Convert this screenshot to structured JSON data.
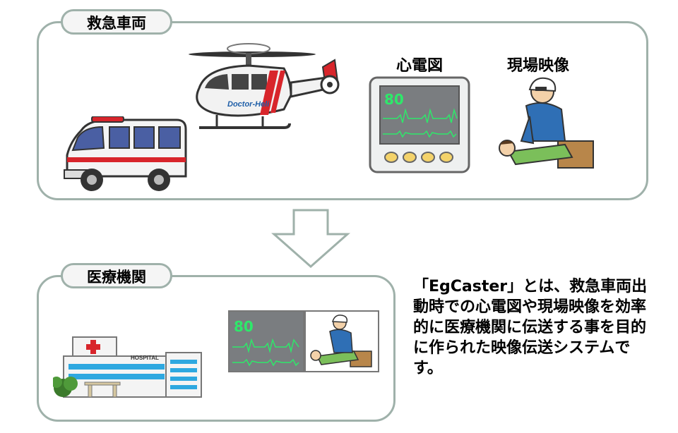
{
  "top_section": {
    "title": "救急車両",
    "ecg_label": "心電図",
    "scene_label": "現場映像",
    "helicopter_text": "Doctor-Heli",
    "monitor_reading": "80"
  },
  "bottom_section": {
    "title": "医療機関",
    "hospital_sign": "HOSPITAL",
    "monitor_reading": "80"
  },
  "caption": "「EgCaster」とは、救急車両出動時での心電図や現場映像を効率的に医療機関に伝送する事を目的に作られた映像伝送システムです。",
  "colors": {
    "panel_border": "#9fb1aa",
    "ecg_green": "#2ee86a",
    "ecg_screen": "#7a7d80",
    "ambulance_red": "#d8252b",
    "hospital_blue": "#2ea8e0"
  }
}
